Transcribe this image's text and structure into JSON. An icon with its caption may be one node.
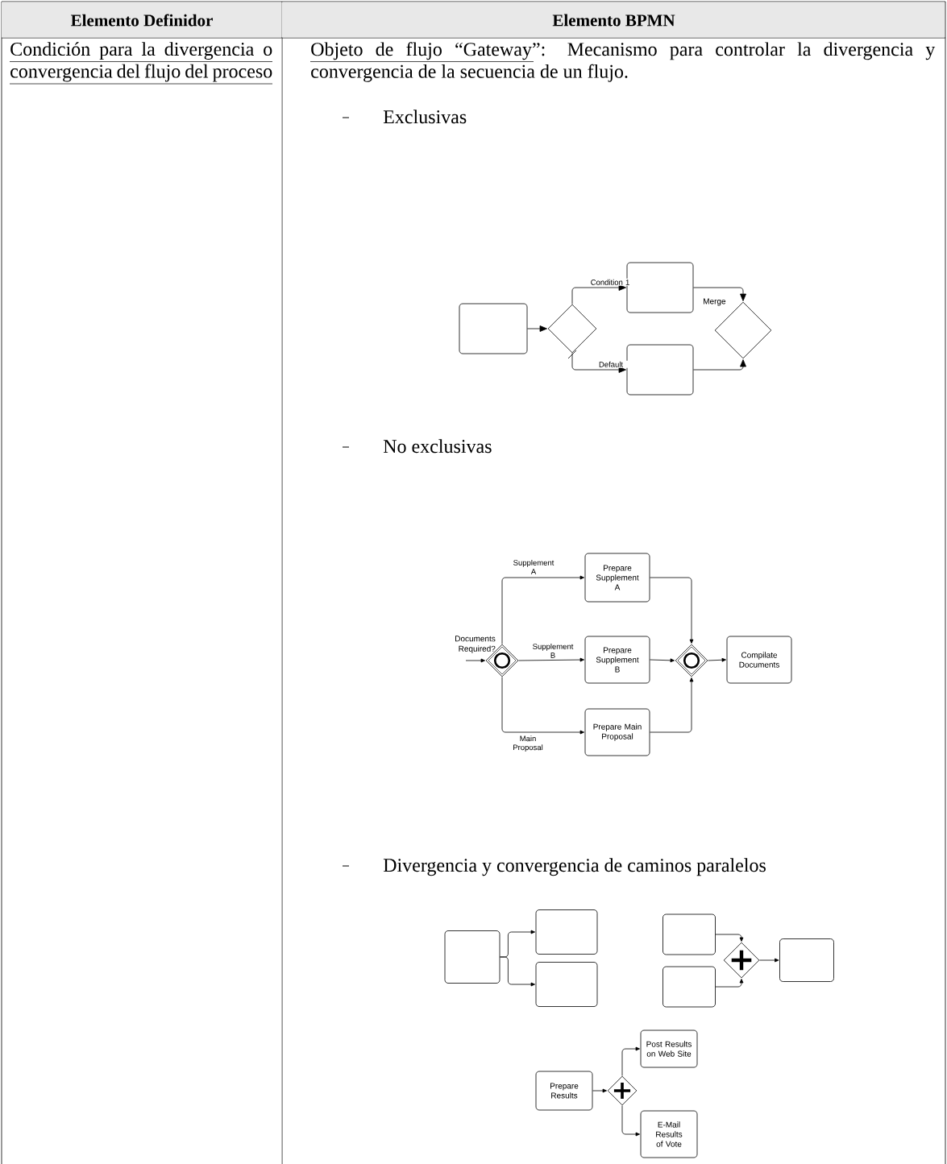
{
  "diagram": {
    "nodes": [
      {
        "text": [],
        "shape": "box"
      },
      {
        "text": [],
        "shape": "diamond"
      },
      {
        "text": [],
        "shape": "box"
      },
      {
        "text": [],
        "shape": "box"
      },
      {
        "text": [],
        "shape": "diamond",
        "beside": [
          "Merge"
        ]
      },
      {
        "text": [],
        "shape": "diamond",
        "beside": [
          "Documents Required?"
        ]
      },
      {
        "text": [
          "Prepare Supplement A"
        ]
      },
      {
        "text": [
          "Prepare Supplement B"
        ]
      },
      {
        "text": [
          "Prepare Main Proposal"
        ]
      },
      {
        "text": [],
        "shape": "diamond"
      },
      {
        "text": [
          "Compilate Documents"
        ]
      },
      {
        "text": [],
        "shape": "box"
      },
      {
        "text": [],
        "shape": "box"
      },
      {
        "text": [],
        "shape": "box"
      },
      {
        "text": [],
        "shape": "box"
      },
      {
        "text": [],
        "shape": "box"
      },
      {
        "text": [],
        "shape": "diamond"
      },
      {
        "text": [],
        "shape": "box"
      },
      {
        "text": [
          "Prepare Results"
        ]
      },
      {
        "text": [],
        "shape": "diamond"
      },
      {
        "text": [
          "Post Results on Web Site"
        ]
      },
      {
        "text": [
          "E-Mail Results of Vote"
        ]
      }
    ],
    "edges": [
      {
        "from": 0,
        "to": 1,
        "arrow": "to"
      },
      {
        "from": 1,
        "to": 2,
        "arrow": "to",
        "label": "Condition 1"
      },
      {
        "from": 1,
        "to": 3,
        "arrow": "to",
        "label": "Default"
      },
      {
        "from": 2,
        "to": 4,
        "arrow": "to"
      },
      {
        "from": 3,
        "to": 4,
        "arrow": "to"
      },
      {
        "from": null,
        "to": 5,
        "arrow": "to"
      },
      {
        "from": 5,
        "to": 6,
        "arrow": "to",
        "label": "Supplement A"
      },
      {
        "from": 5,
        "to": 7,
        "arrow": "to",
        "label": "Supplement B"
      },
      {
        "from": 5,
        "to": 8,
        "arrow": "to",
        "label": "Main Proposal"
      },
      {
        "from": 6,
        "to": 9,
        "arrow": "to"
      },
      {
        "from": 7,
        "to": 9,
        "arrow": "to"
      },
      {
        "from": 8,
        "to": 9,
        "arrow": "to"
      },
      {
        "from": 9,
        "to": 10,
        "arrow": "to"
      },
      {
        "from": 11,
        "to": 12,
        "arrow": "to"
      },
      {
        "from": 11,
        "to": 13,
        "arrow": "to"
      },
      {
        "from": 14,
        "to": 16,
        "arrow": "to"
      },
      {
        "from": 15,
        "to": 16,
        "arrow": "to"
      },
      {
        "from": 16,
        "to": 17,
        "arrow": "to"
      },
      {
        "from": 18,
        "to": 19,
        "arrow": "to"
      },
      {
        "from": 19,
        "to": 20,
        "arrow": "to"
      },
      {
        "from": 19,
        "to": 21,
        "arrow": "to"
      }
    ],
    "labels": [
      "Elemento Definidor",
      "Elemento BPMN",
      "Condición para la divergencia o convergencia del flujo del proceso",
      "Objeto de flujo “Gateway”: Mecanismo para controlar la divergencia y convergencia de la secuencia de un flujo.",
      "Exclusivas",
      "No exclusivas",
      "Divergencia y convergencia de caminos paralelos"
    ]
  }
}
